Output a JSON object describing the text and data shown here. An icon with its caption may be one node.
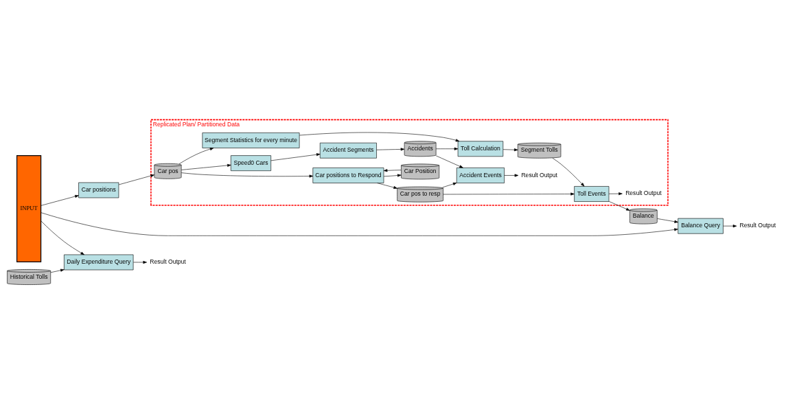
{
  "diagram": {
    "nodes": [
      {
        "text": [
          "INPUT"
        ]
      },
      {
        "text": [
          "Car positions"
        ]
      },
      {
        "text": [
          "Replicated Plan/ Partitioned Data"
        ]
      },
      {
        "text": [
          "Car pos"
        ],
        "in": 2
      },
      {
        "text": [
          "Speed0 Cars"
        ],
        "in": 2
      },
      {
        "text": [
          "Accident Segments"
        ],
        "in": 2
      },
      {
        "text": [
          "Car Position"
        ],
        "in": 2
      },
      {
        "text": [
          "Car positions to Respond"
        ],
        "in": 2
      },
      {
        "text": [
          "Segment Statistics for every minute"
        ],
        "in": 2
      },
      {
        "text": [
          "Car pos to resp"
        ],
        "in": 2
      },
      {
        "text": [
          "Toll Calculation"
        ],
        "in": 2
      },
      {
        "text": [
          "Accidents"
        ],
        "in": 2
      },
      {
        "text": [
          "Segment Tolls"
        ],
        "in": 2
      },
      {
        "text": [
          "Accident Events"
        ],
        "in": 2
      },
      {
        "text": [
          "Toll Events"
        ],
        "in": 2
      },
      {
        "text": [
          "Result Output"
        ],
        "in": 2
      },
      {
        "text": [
          "Result Output"
        ],
        "in": 2
      },
      {
        "text": [
          "Balance"
        ]
      },
      {
        "text": [
          "Balance Query"
        ]
      },
      {
        "text": [
          "Historical Tolls"
        ]
      },
      {
        "text": [
          "Daily Expenditure Query"
        ]
      },
      {
        "text": [
          "Result Output"
        ]
      },
      {
        "text": [
          "Result Output"
        ]
      }
    ],
    "edges": [
      {
        "from": 0,
        "to": 1,
        "arrow": "to"
      },
      {
        "from": 1,
        "to": 3,
        "arrow": "to"
      },
      {
        "from": 3,
        "to": 4,
        "arrow": "to"
      },
      {
        "from": 3,
        "to": 7,
        "arrow": "to"
      },
      {
        "from": 3,
        "to": 8,
        "arrow": "to"
      },
      {
        "from": 4,
        "to": 5,
        "arrow": "to"
      },
      {
        "from": 7,
        "to": 6,
        "arrow": "to"
      },
      {
        "from": 6,
        "to": 7,
        "arrow": "to"
      },
      {
        "from": 7,
        "to": 9,
        "arrow": "to"
      },
      {
        "from": 8,
        "to": 10,
        "arrow": "to"
      },
      {
        "from": 5,
        "to": 11,
        "arrow": "to"
      },
      {
        "from": 11,
        "to": 13,
        "arrow": "to"
      },
      {
        "from": 11,
        "to": 10,
        "arrow": "to"
      },
      {
        "from": 9,
        "to": 13,
        "arrow": "to"
      },
      {
        "from": 9,
        "to": 14,
        "arrow": "to"
      },
      {
        "from": 10,
        "to": 12,
        "arrow": "to"
      },
      {
        "from": 12,
        "to": 14,
        "arrow": "to"
      },
      {
        "from": 13,
        "to": 15,
        "arrow": "to"
      },
      {
        "from": 14,
        "to": 16,
        "arrow": "to"
      },
      {
        "from": 14,
        "to": 17,
        "arrow": "to"
      },
      {
        "from": 17,
        "to": 18,
        "arrow": "to"
      },
      {
        "from": 0,
        "to": 18,
        "arrow": "to"
      },
      {
        "from": 19,
        "to": 20,
        "arrow": "to"
      },
      {
        "from": 0,
        "to": 20,
        "arrow": "to"
      },
      {
        "from": 18,
        "to": 21,
        "arrow": "to"
      },
      {
        "from": 20,
        "to": 22,
        "arrow": "to"
      }
    ]
  }
}
